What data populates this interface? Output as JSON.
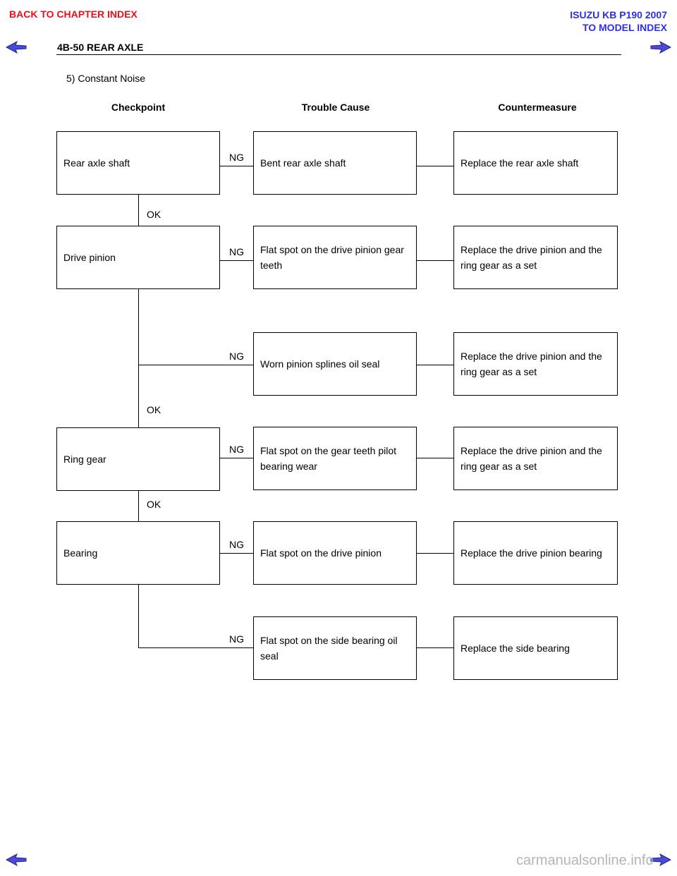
{
  "nav": {
    "back_chapter": "BACK TO CHAPTER INDEX",
    "model_line1": "ISUZU KB P190 2007",
    "model_line2": "TO MODEL INDEX",
    "arrow_color_left": "#4a4ad8",
    "arrow_color_right": "#4a4ad8"
  },
  "header": {
    "title": "4B-50  REAR AXLE"
  },
  "section": {
    "title": "5)  Constant Noise"
  },
  "columns": {
    "checkpoint": "Checkpoint",
    "trouble": "Trouble Cause",
    "counter": "Countermeasure"
  },
  "flow": {
    "checkpoints": [
      "Rear axle shaft",
      "Drive pinion",
      "Ring gear",
      "Bearing"
    ],
    "causes": [
      "Bent rear axle shaft",
      "Flat spot on the drive pinion gear teeth",
      "Worn pinion splines oil seal",
      "Flat spot on the gear teeth pilot bearing wear",
      "Flat spot on the drive pinion",
      "Flat spot on the side bearing oil seal"
    ],
    "measures": [
      "Replace the rear axle shaft",
      "Replace the drive pinion and the ring gear as a set",
      "Replace the drive pinion and the ring gear as a set",
      "Replace the drive pinion and the ring gear as a set",
      "Replace the drive pinion bearing",
      "Replace the side bearing"
    ],
    "ng": "NG",
    "ok": "OK"
  },
  "footer": {
    "watermark": "carmanualsonline.info"
  }
}
